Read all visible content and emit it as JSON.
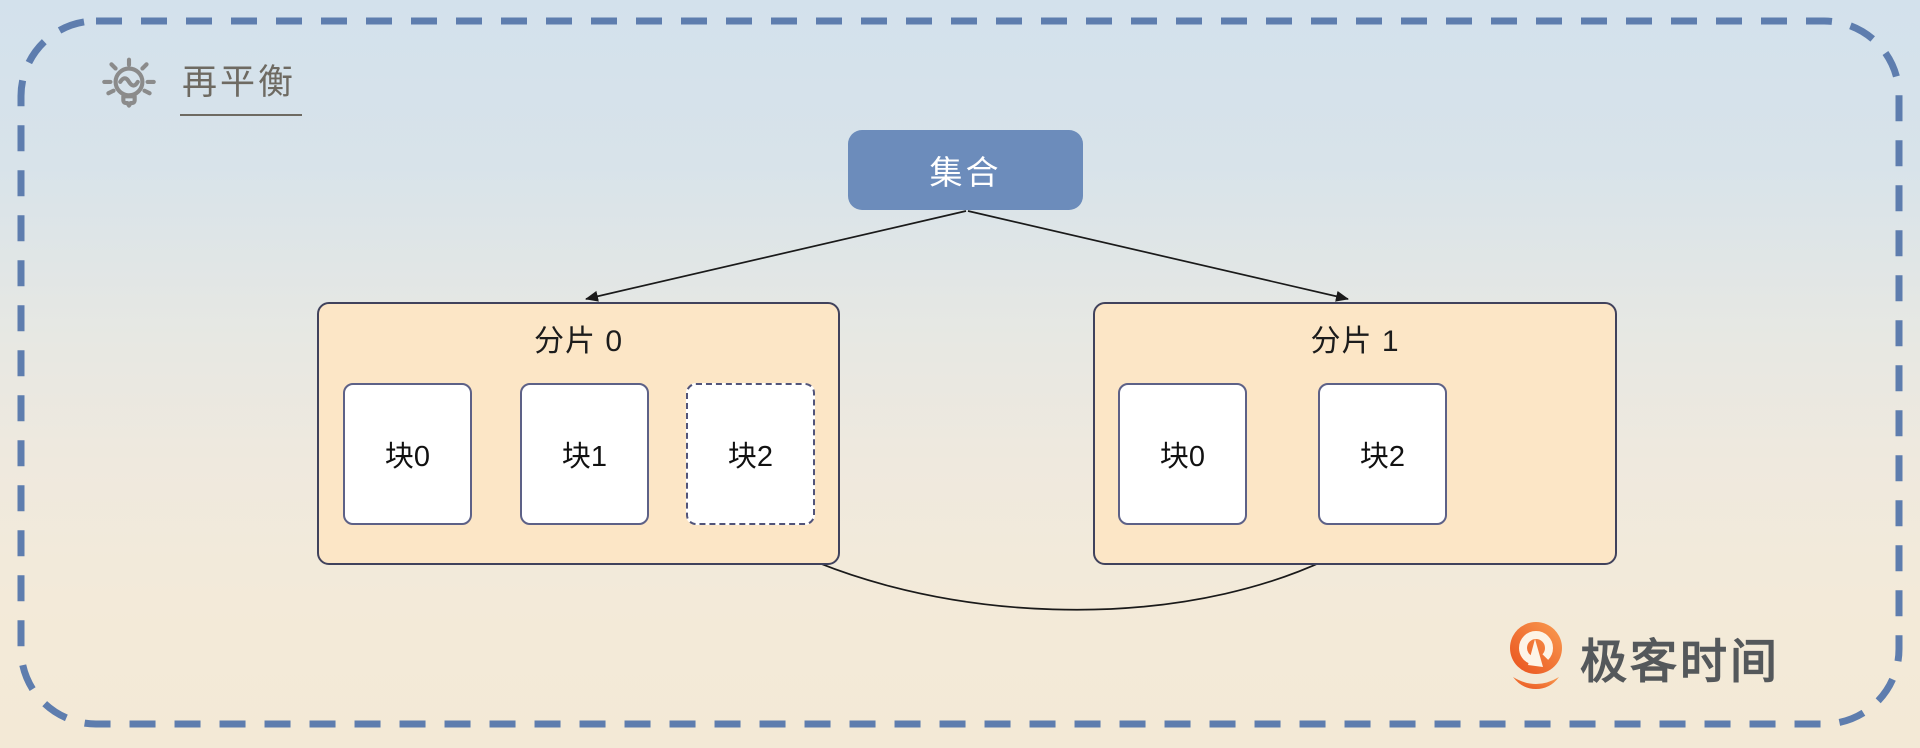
{
  "header": {
    "title": "再平衡"
  },
  "diagram": {
    "collection": {
      "label": "集合"
    },
    "shards": [
      {
        "label": "分片 0",
        "chunks": [
          {
            "label": "块0",
            "border": "solid"
          },
          {
            "label": "块1",
            "border": "solid"
          },
          {
            "label": "块2",
            "border": "dashed"
          }
        ]
      },
      {
        "label": "分片 1",
        "chunks": [
          {
            "label": "块0",
            "border": "solid"
          },
          {
            "label": "块2",
            "border": "solid"
          }
        ]
      }
    ],
    "arrows": [
      {
        "from": "集合",
        "to": "分片 0",
        "style": "straight"
      },
      {
        "from": "集合",
        "to": "分片 1",
        "style": "straight"
      },
      {
        "from": "分片 0 · 块2",
        "to": "分片 1 · 块2",
        "style": "curved"
      }
    ]
  },
  "branding": {
    "logo_text": "极客时间"
  },
  "colors": {
    "collection_fill": "#6c8cbb",
    "shard_fill": "#fce6c6",
    "chunk_border": "#5d6187",
    "outer_border": "#5e7dae",
    "arrow": "#1a1a1a",
    "logo_orange": "#f06a23",
    "title_text": "#6e6a62"
  }
}
